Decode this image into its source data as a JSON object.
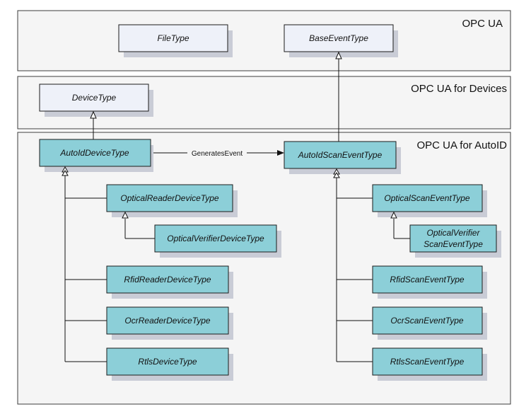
{
  "layers": {
    "opc_ua": "OPC UA",
    "opc_ua_devices": "OPC UA for Devices",
    "opc_ua_autoid": "OPC UA for AutoID"
  },
  "nodes": {
    "file_type": "FileType",
    "base_event_type": "BaseEventType",
    "device_type": "DeviceType",
    "autoid_device_type": "AutoIdDeviceType",
    "autoid_scan_event_type": "AutoIdScanEventType",
    "optical_reader_device_type": "OpticalReaderDeviceType",
    "optical_verifier_device_type": "OpticalVerifierDeviceType",
    "rfid_reader_device_type": "RfidReaderDeviceType",
    "ocr_reader_device_type": "OcrReaderDeviceType",
    "rtls_device_type": "RtlsDeviceType",
    "optical_scan_event_type": "OpticalScanEventType",
    "optical_verifier_scan_event_type_line1": "OpticalVerifier",
    "optical_verifier_scan_event_type_line2": "ScanEventType",
    "rfid_scan_event_type": "RfidScanEventType",
    "ocr_scan_event_type": "OcrScanEventType",
    "rtls_scan_event_type": "RtlsScanEventType"
  },
  "relations": {
    "generates_event": "GeneratesEvent"
  },
  "colors": {
    "layer_fill": "#f5f5f5",
    "node_light": "#eef1f9",
    "node_teal": "#8ccfd8",
    "shadow": "#c9ccd6"
  }
}
